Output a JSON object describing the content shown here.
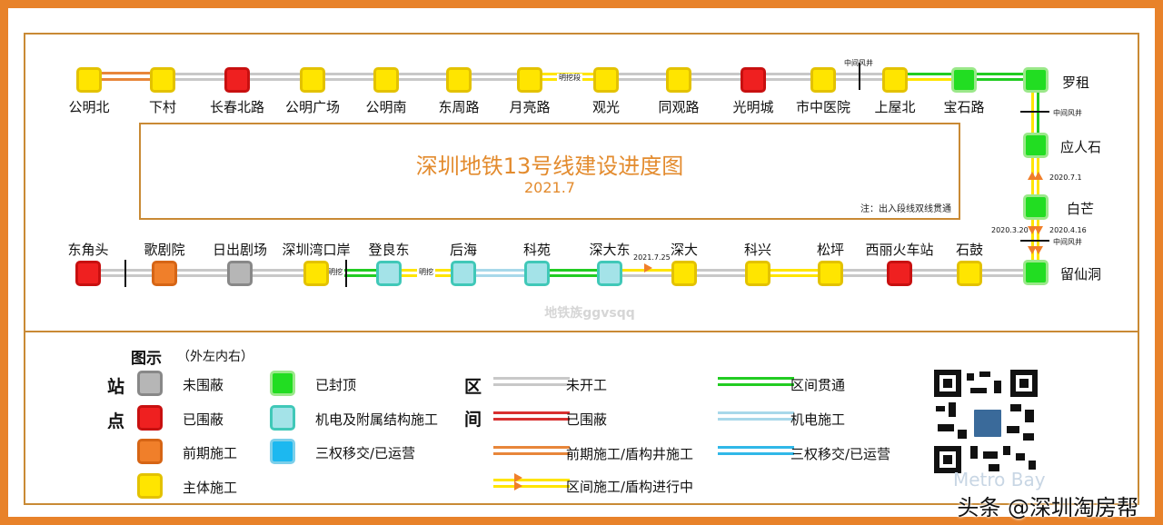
{
  "title": "深圳地铁13号线建设进度图",
  "date": "2021.7",
  "note": "注：出入段线双线贯通",
  "watermark": "地铁族ggvsqq",
  "top_row": {
    "stations": [
      {
        "name": "公明北",
        "status": "主体施工"
      },
      {
        "name": "下村",
        "status": "主体施工"
      },
      {
        "name": "长春北路",
        "status": "已围蔽"
      },
      {
        "name": "公明广场",
        "status": "主体施工"
      },
      {
        "name": "公明南",
        "status": "主体施工"
      },
      {
        "name": "东周路",
        "status": "主体施工"
      },
      {
        "name": "月亮路",
        "status": "主体施工"
      },
      {
        "name": "观光",
        "status": "主体施工"
      },
      {
        "name": "同观路",
        "status": "主体施工"
      },
      {
        "name": "光明城",
        "status": "已围蔽"
      },
      {
        "name": "市中医院",
        "status": "主体施工"
      },
      {
        "name": "上屋北",
        "status": "主体施工"
      },
      {
        "name": "宝石路",
        "status": "已封顶"
      },
      {
        "name": "罗租",
        "status": "已封顶"
      }
    ],
    "tag_mingwa": "明挖段",
    "tag_shaft": "中间风井"
  },
  "right_col": {
    "stations": [
      {
        "name": "应人石",
        "status": "已封顶"
      },
      {
        "name": "白芒",
        "status": "已封顶"
      },
      {
        "name": "留仙洞",
        "status": "已封顶"
      }
    ],
    "shaft_upper": "中间风井",
    "shaft_lower": "中间风井",
    "date_1": "2020.7.1",
    "date_2": "2020.3.20",
    "date_3": "2020.4.16"
  },
  "bottom_row": {
    "stations": [
      {
        "name": "东角头",
        "status": "已围蔽"
      },
      {
        "name": "歌剧院",
        "status": "前期施工"
      },
      {
        "name": "日出剧场",
        "status": "未围蔽"
      },
      {
        "name": "深圳湾口岸",
        "status": "主体施工"
      },
      {
        "name": "登良东",
        "status": "机电及附属结构施工"
      },
      {
        "name": "后海",
        "status": "机电及附属结构施工"
      },
      {
        "name": "科苑",
        "status": "机电及附属结构施工"
      },
      {
        "name": "深大东",
        "status": "机电及附属结构施工"
      },
      {
        "name": "深大",
        "status": "主体施工"
      },
      {
        "name": "科兴",
        "status": "主体施工"
      },
      {
        "name": "松坪",
        "status": "主体施工"
      },
      {
        "name": "西丽火车站",
        "status": "已围蔽"
      },
      {
        "name": "石鼓",
        "status": "主体施工"
      }
    ],
    "tag_mingwa_1": "明挖",
    "tag_mingwa_2": "明挖",
    "date_tunnel": "2021.7.25"
  },
  "legend": {
    "title": "图示",
    "subtitle": "（外左内右）",
    "station_header_1": "站",
    "station_header_2": "点",
    "section_header_1": "区",
    "section_header_2": "间",
    "station_items": [
      {
        "label": "未围蔽",
        "color": "#b6b6b6"
      },
      {
        "label": "已围蔽",
        "color": "#ef2020"
      },
      {
        "label": "前期施工",
        "color": "#f07f2a"
      },
      {
        "label": "主体施工",
        "color": "#ffe500"
      },
      {
        "label": "已封顶",
        "color": "#22dd22"
      },
      {
        "label": "机电及附属结构施工",
        "color": "#a4e3e8"
      },
      {
        "label": "三权移交/已运营",
        "color": "#1cb8f0"
      }
    ],
    "section_items": [
      {
        "label": "未开工",
        "color": "#c8c8c8"
      },
      {
        "label": "已围蔽",
        "color": "#d83030"
      },
      {
        "label": "前期施工/盾构井施工",
        "color": "#e8863a"
      },
      {
        "label": "区间施工/盾构进行中",
        "color": "#ffe500"
      },
      {
        "label": "区间贯通",
        "color": "#22cc22"
      },
      {
        "label": "机电施工",
        "color": "#a8d8ea"
      },
      {
        "label": "三权移交/已运营",
        "color": "#30b8e8"
      }
    ]
  },
  "qr_watermark": "Metro Bay",
  "credit": "头条 @深圳淘房帮"
}
